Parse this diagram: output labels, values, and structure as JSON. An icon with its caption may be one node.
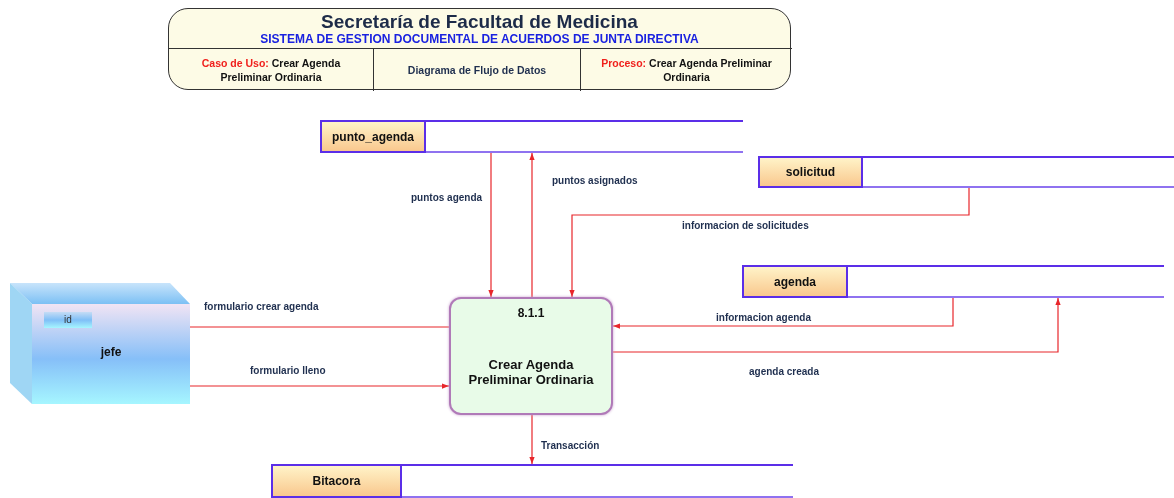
{
  "diagram": {
    "nodes": [
      {
        "text": [
          "Secretaría de Facultad de Medicina",
          "SISTEMA DE GESTION DOCUMENTAL DE ACUERDOS DE JUNTA DIRECTIVA"
        ]
      },
      {
        "text": [
          "Caso de Uso:",
          "Crear Agenda Preliminar Ordinaria"
        ],
        "in": 0
      },
      {
        "text": [
          "Diagrama de Flujo de Datos"
        ],
        "in": 0
      },
      {
        "text": [
          "Proceso:",
          "Crear Agenda Preliminar Ordinaria"
        ],
        "in": 0
      },
      {
        "text": [
          "punto_agenda"
        ]
      },
      {
        "text": [
          "solicitud"
        ]
      },
      {
        "text": [
          "id",
          "jefe"
        ]
      },
      {
        "text": [
          "agenda"
        ]
      },
      {
        "text": [
          "8.1.1",
          "Crear Agenda Preliminar Ordinaria"
        ]
      },
      {
        "text": [
          "Bitacora"
        ]
      }
    ],
    "edges": [
      {
        "from": 4,
        "to": 8,
        "arrow": "to",
        "label": "puntos agenda"
      },
      {
        "from": 8,
        "to": 4,
        "arrow": "to",
        "label": "puntos asignados"
      },
      {
        "from": 5,
        "to": 8,
        "arrow": "to",
        "label": "informacion de solicitudes"
      },
      {
        "from": 8,
        "to": 6,
        "arrow": "none",
        "label": "formulario crear agenda"
      },
      {
        "from": 6,
        "to": 8,
        "arrow": "to",
        "label": "formulario lleno"
      },
      {
        "from": 7,
        "to": 8,
        "arrow": "to",
        "label": "informacion agenda"
      },
      {
        "from": 8,
        "to": 7,
        "arrow": "to",
        "label": "agenda creada"
      },
      {
        "from": 8,
        "to": 9,
        "arrow": "to",
        "label": "Transacción"
      }
    ]
  }
}
